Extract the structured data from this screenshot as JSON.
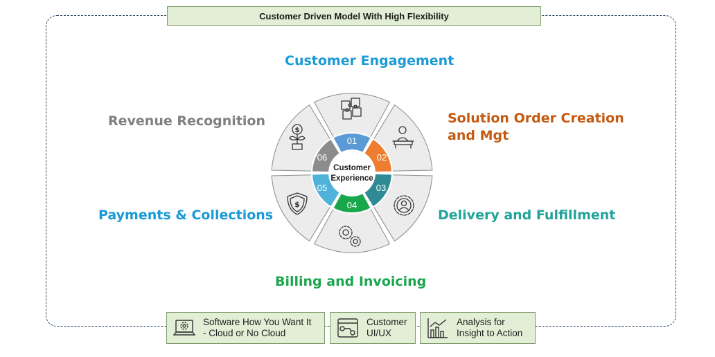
{
  "title": "Customer Driven Model With High Flexibility",
  "center": {
    "line1": "Customer",
    "line2": "Experience"
  },
  "steps": [
    {
      "number": "01",
      "label": "Customer Engagement",
      "color": "#1a9ad6",
      "ring_color": "#5b9bd5",
      "icon": "puzzle-icon"
    },
    {
      "number": "02",
      "label_line1": "Solution Order Creation",
      "label_line2": "and Mgt",
      "color": "#c55a11",
      "ring_color": "#ed7d31",
      "icon": "person-at-desk-icon"
    },
    {
      "number": "03",
      "label": "Delivery and Fulfillment",
      "color": "#21a39a",
      "ring_color": "#2e8b96",
      "icon": "person-gear-icon"
    },
    {
      "number": "04",
      "label": "Billing and Invoicing",
      "color": "#1aa64b",
      "ring_color": "#1aa64b",
      "icon": "gears-icon"
    },
    {
      "number": "05",
      "label": "Payments & Collections",
      "color": "#1a9ad6",
      "ring_color": "#4fb3d9",
      "icon": "shield-dollar-icon"
    },
    {
      "number": "06",
      "label": "Revenue Recognition",
      "color": "#7f7f7f",
      "ring_color": "#8c8c8c",
      "icon": "money-plant-icon"
    }
  ],
  "bottom": [
    {
      "line1": "Software How You Want It",
      "line2": "- Cloud or No Cloud",
      "icon": "laptop-gear-icon"
    },
    {
      "line1": "Customer",
      "line2": "UI/UX",
      "icon": "browser-flow-icon"
    },
    {
      "line1": "Analysis for",
      "line2": "Insight to Action",
      "icon": "analytics-chart-icon"
    }
  ]
}
